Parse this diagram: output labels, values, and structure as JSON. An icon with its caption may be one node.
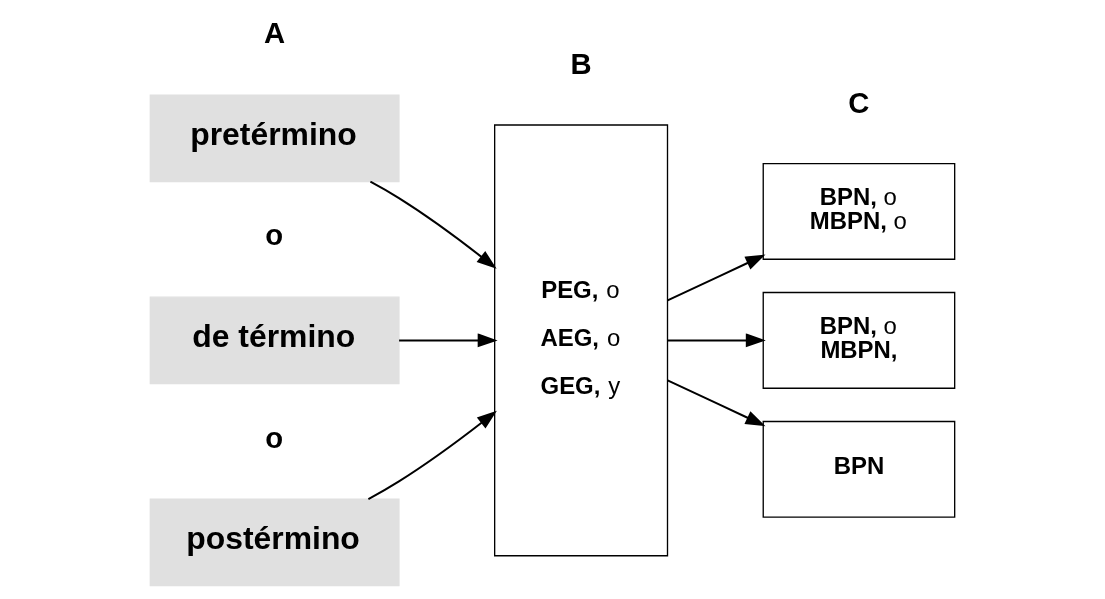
{
  "diagram": {
    "nodes": [
      {
        "text": [
          "pretérmino"
        ]
      },
      {
        "text": [
          "de término"
        ]
      },
      {
        "text": [
          "postérmino"
        ]
      },
      {
        "text": [
          "**PEG,** o",
          "**AEG,** o",
          "**GEG,** y"
        ]
      },
      {
        "text": [
          "**BPN,** o **MBPN,** o"
        ]
      },
      {
        "text": [
          "**BPN,** o **MBPN,**"
        ]
      },
      {
        "text": [
          "**BPN**"
        ]
      }
    ],
    "edges": [
      {
        "from": 0,
        "to": 3,
        "arrow": "to"
      },
      {
        "from": 1,
        "to": 3,
        "arrow": "to"
      },
      {
        "from": 2,
        "to": 3,
        "arrow": "to"
      },
      {
        "from": 3,
        "to": 4,
        "arrow": "to"
      },
      {
        "from": 3,
        "to": 5,
        "arrow": "to"
      },
      {
        "from": 3,
        "to": 6,
        "arrow": "to"
      }
    ],
    "labels": [
      "A",
      "B",
      "C",
      "o",
      "o"
    ]
  }
}
